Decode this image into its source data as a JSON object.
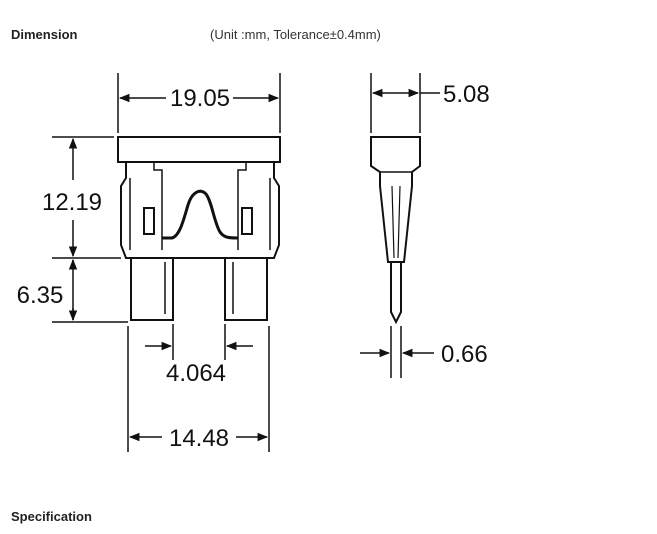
{
  "headings": {
    "dimension": "Dimension",
    "specification": "Specification"
  },
  "unit_note": "(Unit :mm, Tolerance±0.4mm)",
  "dimensions": {
    "total_width": "19.05",
    "thickness": "5.08",
    "body_height": "12.19",
    "blade_length": "6.35",
    "blade_gap": "4.064",
    "blade_span": "14.48",
    "blade_thickness": "0.66"
  }
}
